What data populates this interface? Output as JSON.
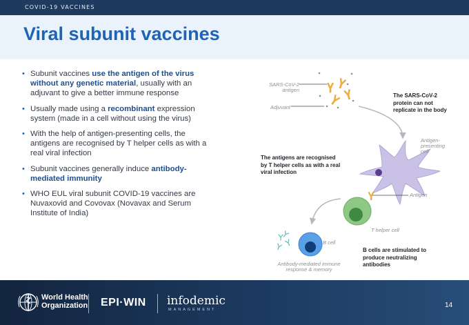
{
  "header": {
    "section_label": "COVID-19 VACCINES",
    "title": "Viral subunit vaccines"
  },
  "bullets": [
    {
      "parts": [
        {
          "text": "Subunit vaccines ",
          "bold": false
        },
        {
          "text": "use the antigen of the virus without any genetic material",
          "bold": true
        },
        {
          "text": ", usually with an adjuvant to give a better immune response",
          "bold": false
        }
      ]
    },
    {
      "parts": [
        {
          "text": "Usually made using a ",
          "bold": false
        },
        {
          "text": "recombinant",
          "bold": true
        },
        {
          "text": " expression system (made in a cell without using the virus)",
          "bold": false
        }
      ]
    },
    {
      "parts": [
        {
          "text": "With the help of antigen-presenting cells, the antigens are recognised by T helper cells as with a real viral infection",
          "bold": false
        }
      ]
    },
    {
      "parts": [
        {
          "text": "Subunit vaccines generally induce ",
          "bold": false
        },
        {
          "text": "antibody-mediated immunity",
          "bold": true
        }
      ]
    },
    {
      "parts": [
        {
          "text": "WHO EUL viral subunit COVID-19 vaccines are Nuvaxovid and Covovax (Novavax and Serum Institute of India)",
          "bold": false
        }
      ]
    }
  ],
  "diagram": {
    "sars_label_1": "SARS-CoV-2",
    "sars_label_2": "antigen",
    "adjuvant_label": "Adjuvant",
    "note_protein": "The SARS-CoV-2 protein can not replicate in the body",
    "apc_label_1": "Antigen-",
    "apc_label_2": "presenting",
    "apc_label_3": "cell",
    "note_antigens": "The antigens are recognised by T helper cells as with a real viral infection",
    "antigen_label": "Antigen",
    "t_helper_label": "T helper cell",
    "b_cell_label": "B cell",
    "note_bcells": "B cells are stimulated  to produce neutralizing antibodies",
    "immunity_label_1": "Antibody-mediated immune",
    "immunity_label_2": "response & memory"
  },
  "footer": {
    "who_line1": "World Health",
    "who_line2": "Organization",
    "epiwin": "EPI·WIN",
    "infodemic": "infodemic",
    "infodemic_sub": "MANAGEMENT",
    "page_number": "14"
  },
  "colors": {
    "title": "#1f63b3",
    "top_bar": "#1e3a5f",
    "title_band": "#eaf3fb",
    "antigen": "#f0b43c",
    "apc_cell": "#c9c1e6",
    "t_cell": "#8fc784",
    "b_cell": "#5aa0e6"
  }
}
